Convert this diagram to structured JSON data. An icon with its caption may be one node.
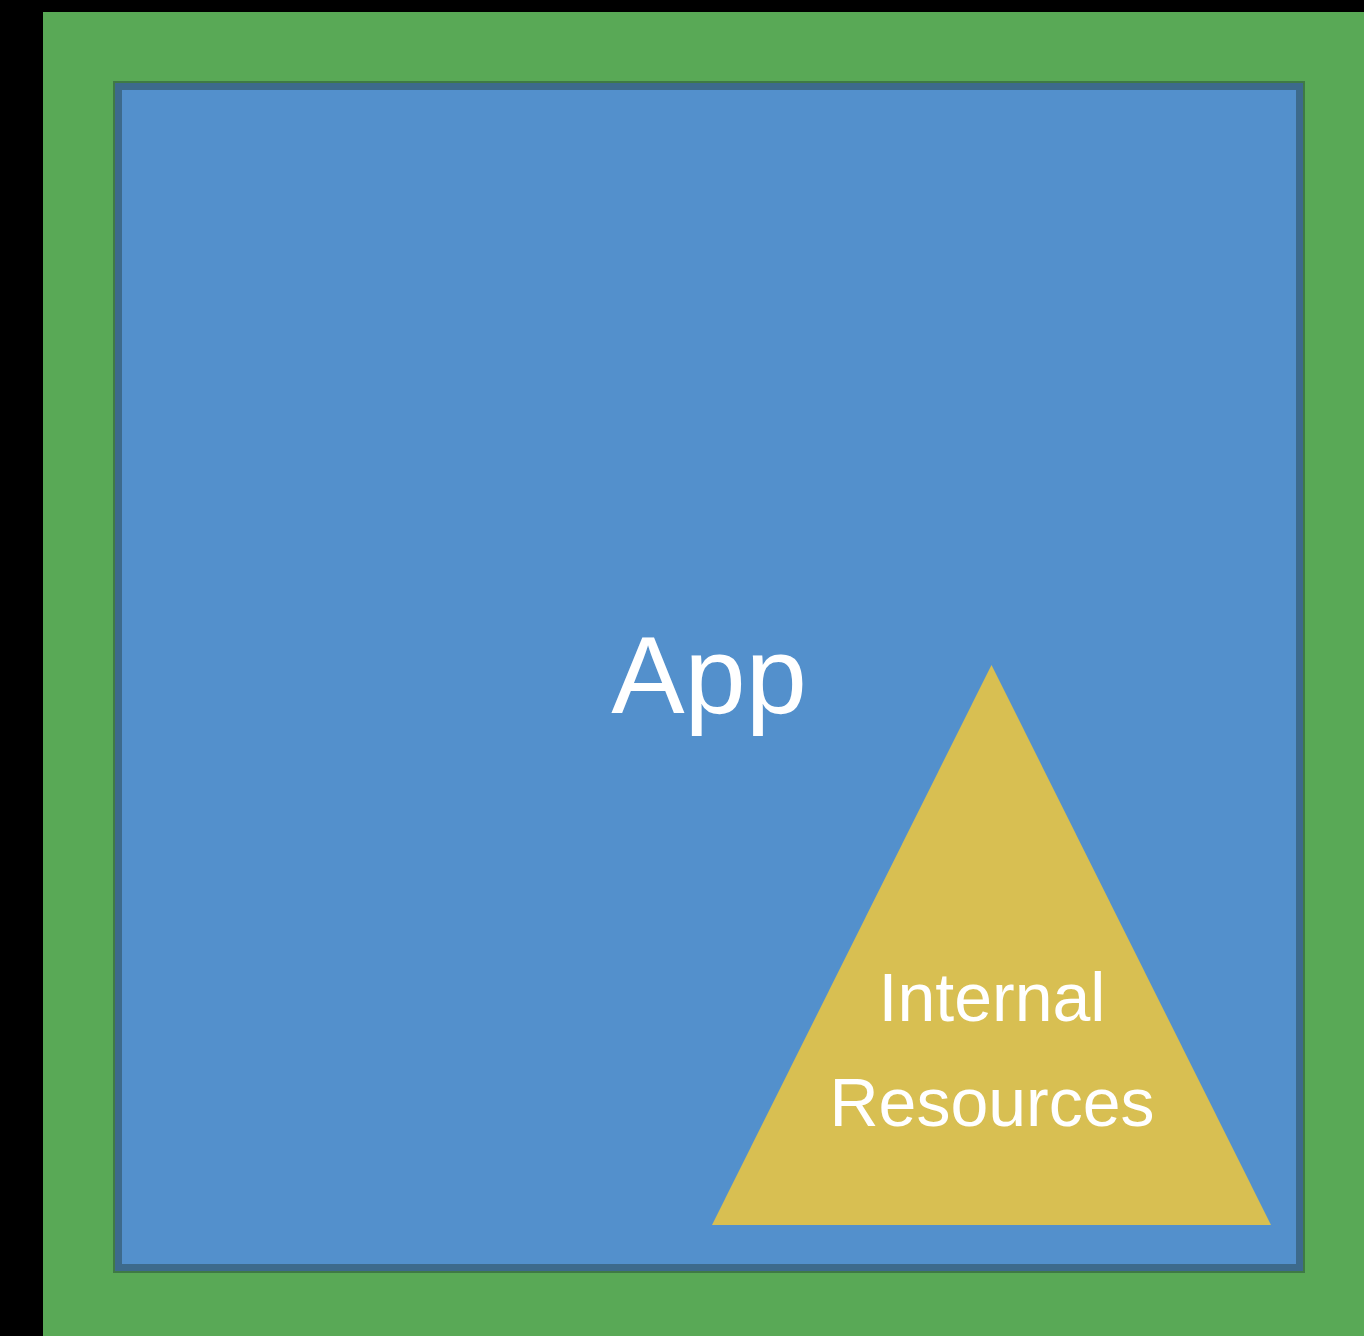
{
  "diagram": {
    "nodes": [
      {
        "text": [],
        "shape": "box"
      },
      {
        "text": [
          "App"
        ],
        "in": 0
      },
      {
        "text": [
          "Internal Resources"
        ],
        "in": 1
      }
    ]
  }
}
